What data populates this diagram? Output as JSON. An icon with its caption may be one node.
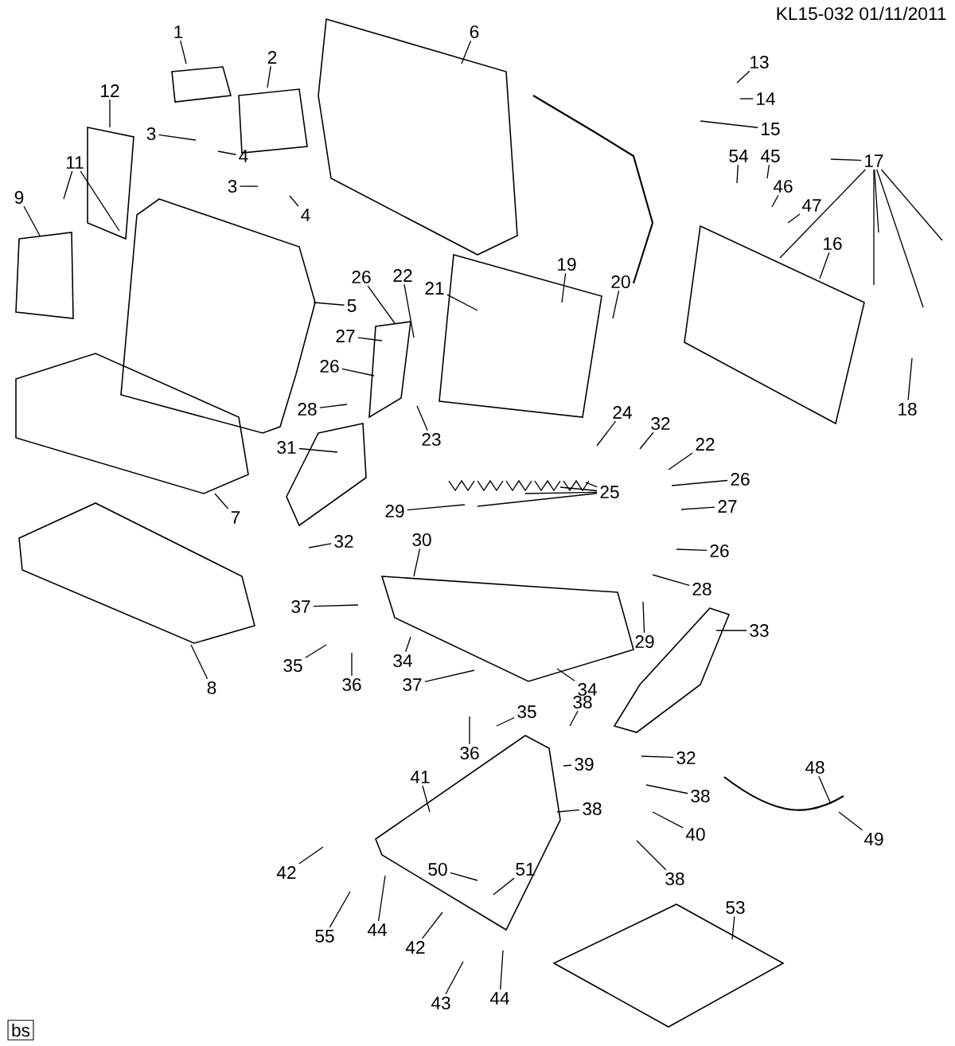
{
  "diagram": {
    "nodes": [
      {
        "text": [
          "1"
        ]
      },
      {
        "text": [
          "2"
        ]
      },
      {
        "text": [
          "6"
        ]
      },
      {
        "text": [
          "3"
        ]
      },
      {
        "text": [
          "4"
        ]
      },
      {
        "text": [
          "3"
        ]
      },
      {
        "text": [
          "4"
        ]
      },
      {
        "text": [
          "12"
        ]
      },
      {
        "text": [
          "11"
        ]
      },
      {
        "text": [
          "9"
        ]
      },
      {
        "text": [
          "5"
        ]
      },
      {
        "text": [
          "26"
        ]
      },
      {
        "text": [
          "22"
        ]
      },
      {
        "text": [
          "21"
        ]
      },
      {
        "text": [
          "27"
        ]
      },
      {
        "text": [
          "26"
        ]
      },
      {
        "text": [
          "28"
        ]
      },
      {
        "text": [
          "23"
        ]
      },
      {
        "text": [
          "31"
        ]
      },
      {
        "text": [
          "7"
        ]
      },
      {
        "text": [
          "29"
        ]
      },
      {
        "text": [
          "32"
        ]
      },
      {
        "text": [
          "8"
        ]
      },
      {
        "text": [
          "19"
        ]
      },
      {
        "text": [
          "20"
        ]
      },
      {
        "text": [
          "13"
        ]
      },
      {
        "text": [
          "14"
        ]
      },
      {
        "text": [
          "15"
        ]
      },
      {
        "text": [
          "54"
        ]
      },
      {
        "text": [
          "45"
        ]
      },
      {
        "text": [
          "46"
        ]
      },
      {
        "text": [
          "47"
        ]
      },
      {
        "text": [
          "17"
        ]
      },
      {
        "text": [
          "16"
        ]
      },
      {
        "text": [
          "18"
        ]
      },
      {
        "text": [
          "24"
        ]
      },
      {
        "text": [
          "32"
        ]
      },
      {
        "text": [
          "22"
        ]
      },
      {
        "text": [
          "26"
        ]
      },
      {
        "text": [
          "25"
        ]
      },
      {
        "text": [
          "27"
        ]
      },
      {
        "text": [
          "26"
        ]
      },
      {
        "text": [
          "28"
        ]
      },
      {
        "text": [
          "29"
        ]
      },
      {
        "text": [
          "33"
        ]
      },
      {
        "text": [
          "32"
        ]
      },
      {
        "text": [
          "30"
        ]
      },
      {
        "text": [
          "37"
        ]
      },
      {
        "text": [
          "35"
        ]
      },
      {
        "text": [
          "34"
        ]
      },
      {
        "text": [
          "36"
        ]
      },
      {
        "text": [
          "37"
        ]
      },
      {
        "text": [
          "36"
        ]
      },
      {
        "text": [
          "35"
        ]
      },
      {
        "text": [
          "34"
        ]
      },
      {
        "text": [
          "38"
        ]
      },
      {
        "text": [
          "39"
        ]
      },
      {
        "text": [
          "38"
        ]
      },
      {
        "text": [
          "38"
        ]
      },
      {
        "text": [
          "40"
        ]
      },
      {
        "text": [
          "38"
        ]
      },
      {
        "text": [
          "48"
        ]
      },
      {
        "text": [
          "49"
        ]
      },
      {
        "text": [
          "41"
        ]
      },
      {
        "text": [
          "42"
        ]
      },
      {
        "text": [
          "55"
        ]
      },
      {
        "text": [
          "44"
        ]
      },
      {
        "text": [
          "50"
        ]
      },
      {
        "text": [
          "51"
        ]
      },
      {
        "text": [
          "42"
        ]
      },
      {
        "text": [
          "43"
        ]
      },
      {
        "text": [
          "44"
        ]
      },
      {
        "text": [
          "53"
        ]
      },
      {
        "text": [
          "bs"
        ]
      }
    ],
    "edges": [
      {
        "from": 0,
        "to": null,
        "arrow": "none"
      },
      {
        "from": 1,
        "to": null,
        "arrow": "none"
      },
      {
        "from": 2,
        "to": null,
        "arrow": "none"
      },
      {
        "from": 3,
        "to": null,
        "arrow": "none"
      },
      {
        "from": 4,
        "to": null,
        "arrow": "none"
      },
      {
        "from": 5,
        "to": null,
        "arrow": "none"
      },
      {
        "from": 6,
        "to": null,
        "arrow": "none"
      },
      {
        "from": 7,
        "to": null,
        "arrow": "none"
      },
      {
        "from": 8,
        "to": null,
        "arrow": "none"
      },
      {
        "from": 8,
        "to": null,
        "arrow": "none"
      },
      {
        "from": 9,
        "to": null,
        "arrow": "none"
      },
      {
        "from": 10,
        "to": null,
        "arrow": "none"
      },
      {
        "from": 11,
        "to": null,
        "arrow": "none"
      },
      {
        "from": 12,
        "to": null,
        "arrow": "none"
      },
      {
        "from": 13,
        "to": null,
        "arrow": "none"
      },
      {
        "from": 14,
        "to": null,
        "arrow": "none"
      },
      {
        "from": 15,
        "to": null,
        "arrow": "none"
      },
      {
        "from": 16,
        "to": null,
        "arrow": "none"
      },
      {
        "from": 17,
        "to": null,
        "arrow": "none"
      },
      {
        "from": 18,
        "to": null,
        "arrow": "none"
      },
      {
        "from": 19,
        "to": null,
        "arrow": "none"
      },
      {
        "from": 20,
        "to": null,
        "arrow": "none"
      },
      {
        "from": 21,
        "to": null,
        "arrow": "none"
      },
      {
        "from": 22,
        "to": null,
        "arrow": "none"
      },
      {
        "from": 23,
        "to": null,
        "arrow": "none"
      },
      {
        "from": 24,
        "to": null,
        "arrow": "none"
      },
      {
        "from": 25,
        "to": null,
        "arrow": "none"
      },
      {
        "from": 26,
        "to": null,
        "arrow": "none"
      },
      {
        "from": 27,
        "to": null,
        "arrow": "none"
      },
      {
        "from": 28,
        "to": null,
        "arrow": "none"
      },
      {
        "from": 29,
        "to": null,
        "arrow": "none"
      },
      {
        "from": 30,
        "to": null,
        "arrow": "none"
      },
      {
        "from": 31,
        "to": null,
        "arrow": "none"
      },
      {
        "from": 32,
        "to": null,
        "arrow": "none"
      },
      {
        "from": 32,
        "to": null,
        "arrow": "none"
      },
      {
        "from": 32,
        "to": null,
        "arrow": "none"
      },
      {
        "from": 32,
        "to": null,
        "arrow": "none"
      },
      {
        "from": 32,
        "to": null,
        "arrow": "none"
      },
      {
        "from": 32,
        "to": null,
        "arrow": "none"
      },
      {
        "from": 33,
        "to": null,
        "arrow": "none"
      },
      {
        "from": 34,
        "to": null,
        "arrow": "none"
      },
      {
        "from": 35,
        "to": null,
        "arrow": "none"
      },
      {
        "from": 36,
        "to": null,
        "arrow": "none"
      },
      {
        "from": 37,
        "to": null,
        "arrow": "none"
      },
      {
        "from": 38,
        "to": null,
        "arrow": "none"
      },
      {
        "from": 39,
        "to": null,
        "arrow": "none"
      },
      {
        "from": 39,
        "to": null,
        "arrow": "none"
      },
      {
        "from": 39,
        "to": null,
        "arrow": "none"
      },
      {
        "from": 39,
        "to": null,
        "arrow": "none"
      },
      {
        "from": 40,
        "to": null,
        "arrow": "none"
      },
      {
        "from": 41,
        "to": null,
        "arrow": "none"
      },
      {
        "from": 42,
        "to": null,
        "arrow": "none"
      },
      {
        "from": 43,
        "to": null,
        "arrow": "none"
      },
      {
        "from": 44,
        "to": null,
        "arrow": "none"
      },
      {
        "from": 45,
        "to": null,
        "arrow": "none"
      },
      {
        "from": 46,
        "to": null,
        "arrow": "none"
      },
      {
        "from": 47,
        "to": null,
        "arrow": "none"
      },
      {
        "from": 48,
        "to": null,
        "arrow": "none"
      },
      {
        "from": 49,
        "to": null,
        "arrow": "none"
      },
      {
        "from": 50,
        "to": null,
        "arrow": "none"
      },
      {
        "from": 51,
        "to": null,
        "arrow": "none"
      },
      {
        "from": 52,
        "to": null,
        "arrow": "none"
      },
      {
        "from": 53,
        "to": null,
        "arrow": "none"
      },
      {
        "from": 54,
        "to": null,
        "arrow": "none"
      },
      {
        "from": 55,
        "to": null,
        "arrow": "none"
      },
      {
        "from": 56,
        "to": null,
        "arrow": "none"
      },
      {
        "from": 57,
        "to": null,
        "arrow": "none"
      },
      {
        "from": 58,
        "to": null,
        "arrow": "none"
      },
      {
        "from": 59,
        "to": null,
        "arrow": "none"
      },
      {
        "from": 60,
        "to": null,
        "arrow": "none"
      },
      {
        "from": 61,
        "to": null,
        "arrow": "none"
      },
      {
        "from": 62,
        "to": null,
        "arrow": "none"
      },
      {
        "from": 63,
        "to": null,
        "arrow": "none"
      },
      {
        "from": 64,
        "to": null,
        "arrow": "none"
      },
      {
        "from": 65,
        "to": null,
        "arrow": "none"
      },
      {
        "from": 66,
        "to": null,
        "arrow": "none"
      },
      {
        "from": 67,
        "to": null,
        "arrow": "none"
      },
      {
        "from": 68,
        "to": null,
        "arrow": "none"
      },
      {
        "from": 69,
        "to": null,
        "arrow": "none"
      },
      {
        "from": 70,
        "to": null,
        "arrow": "none"
      },
      {
        "from": 71,
        "to": null,
        "arrow": "none"
      },
      {
        "from": 72,
        "to": null,
        "arrow": "none"
      }
    ],
    "labels": [
      "KL15-032 01/11/2011"
    ]
  }
}
